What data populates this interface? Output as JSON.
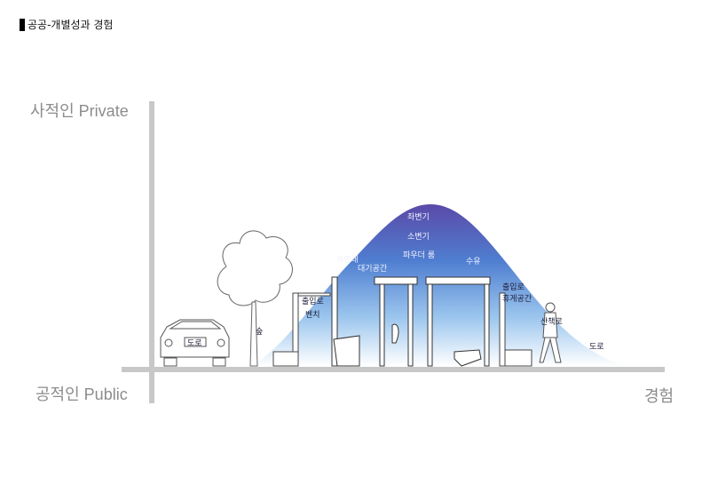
{
  "title": "공공-개별성과 경험",
  "axis": {
    "y_top": "사적인 Private",
    "y_bottom": "공적인 Public",
    "x": "경험"
  },
  "labels": {
    "toilet": "좌변기",
    "urinal": "소변기",
    "powder_room": "파우더 룸",
    "washbasin": "세면대",
    "waiting_space": "대기공간",
    "nursing": "수유",
    "entrance_left": "출입로",
    "bench": "벤치",
    "forest": "숲",
    "road_left": "도로",
    "entrance_right": "출입로",
    "rest_space": "휴게공간",
    "walkway": "산책로",
    "road_right": "도로"
  },
  "colors": {
    "curve_top": "#5a4aa8",
    "curve_mid": "#5b8fd6",
    "curve_bottom": "#ffffff",
    "axis": "#c8c8c8",
    "line": "#444444"
  }
}
